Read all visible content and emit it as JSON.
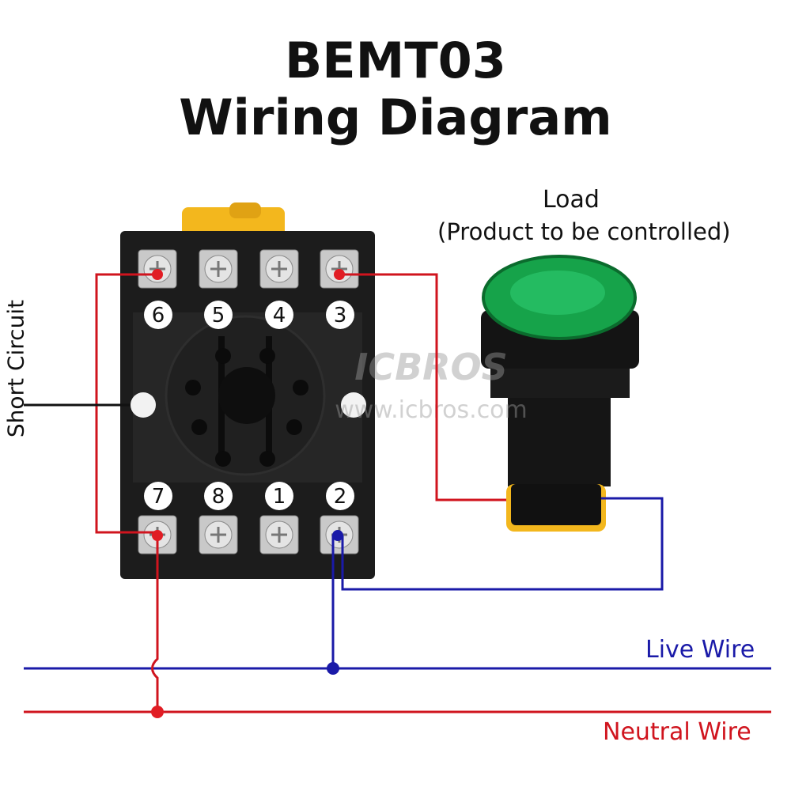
{
  "title_line1": "BEMT03",
  "title_line2": "Wiring Diagram",
  "load_label": "Load",
  "load_sub_label": "(Product to be controlled)",
  "short_circuit_label": "Short Circuit",
  "live_wire_label": "Live Wire",
  "neutral_wire_label": "Neutral Wire",
  "terminals_top": [
    "6",
    "5",
    "4",
    "3"
  ],
  "terminals_bottom": [
    "7",
    "8",
    "1",
    "2"
  ],
  "watermark": "www.icbros.com",
  "watermark_logo": "ICBROS",
  "colors": {
    "live": "#1a1aa8",
    "neutral": "#d0141e",
    "socket": "#1c1c1c",
    "clip": "#f3b71d",
    "lens": "#16a34a"
  }
}
